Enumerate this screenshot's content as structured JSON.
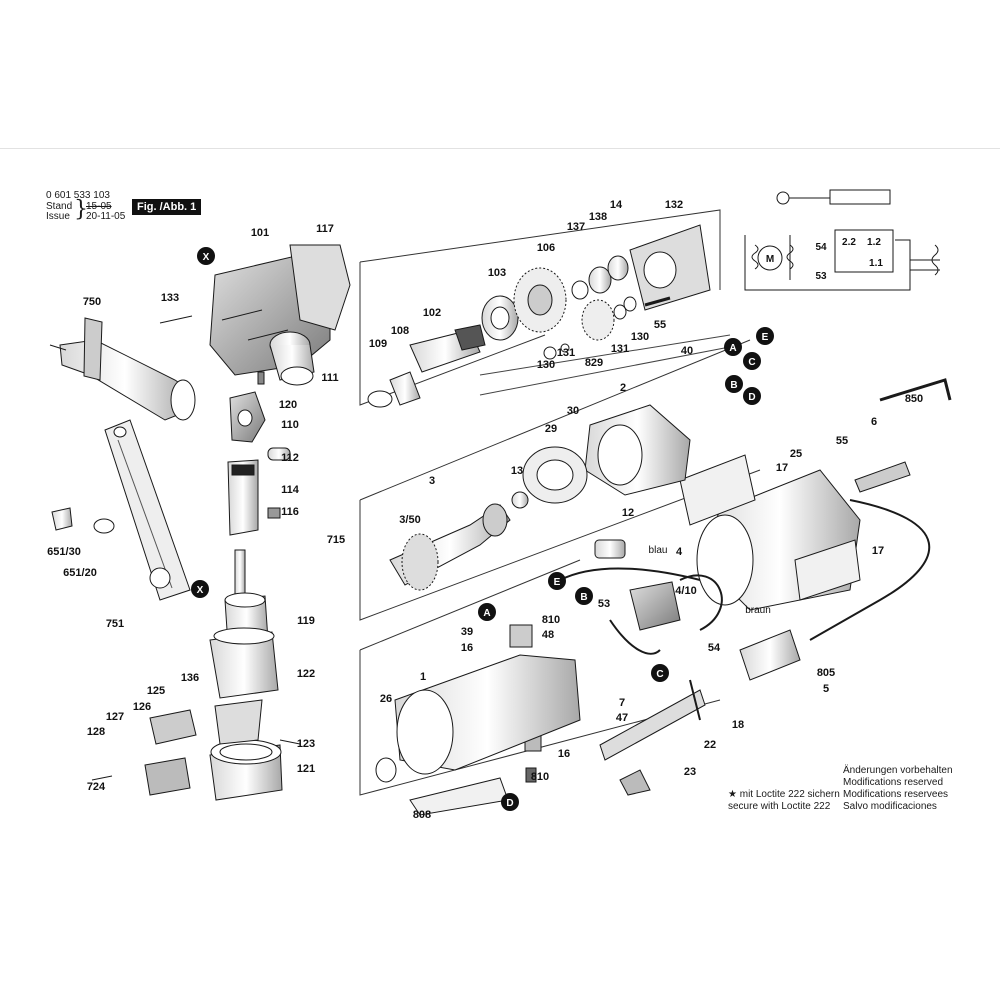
{
  "header": {
    "part_number": "0 601 533 103",
    "stand_label": "Stand",
    "stand_date": "15-05",
    "issue_label": "Issue",
    "issue_date": "20-11-05",
    "figure_label": "Fig. /Abb. 1"
  },
  "notes": {
    "lines": [
      "Änderungen vorbehalten",
      "Modifications reserved",
      "Modifications reservees",
      "Salvo modificaciones"
    ]
  },
  "loctite": {
    "lines": [
      "★ mit Loctite 222 sichern",
      "secure with Loctite 222"
    ]
  },
  "wire_labels": {
    "blau": "blau",
    "braun": "braun"
  },
  "circuit_labels": [
    "M",
    "54",
    "53",
    "2.2",
    "1.2",
    "1.1"
  ],
  "markers": [
    "A",
    "B",
    "C",
    "D",
    "E",
    "X"
  ],
  "part_labels": [
    "101",
    "117",
    "133",
    "111",
    "120",
    "110",
    "112",
    "114",
    "116",
    "715",
    "119",
    "122",
    "136",
    "125",
    "126",
    "127",
    "128",
    "724",
    "123",
    "121",
    "750",
    "651/30",
    "651/20",
    "751",
    "109",
    "108",
    "102",
    "103",
    "106",
    "137",
    "138",
    "14",
    "132",
    "55",
    "130",
    "131",
    "829",
    "131",
    "130",
    "40",
    "2",
    "30",
    "29",
    "13",
    "3",
    "3/50",
    "17",
    "25",
    "55",
    "6",
    "850",
    "17",
    "12",
    "4",
    "4/10",
    "53",
    "54",
    "810",
    "48",
    "39",
    "16",
    "1",
    "26",
    "808",
    "7",
    "47",
    "18",
    "22",
    "16",
    "810",
    "23",
    "805",
    "5"
  ]
}
